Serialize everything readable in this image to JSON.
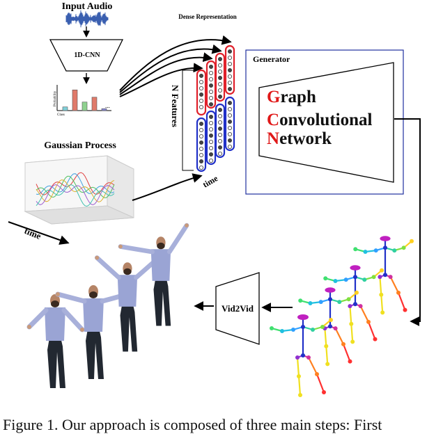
{
  "labels": {
    "input_audio": "Input Audio",
    "cnn": "1D-CNN",
    "probability": "Probability",
    "class": "Class",
    "ellipsis": "...",
    "dense_representation": "Dense Representation",
    "n_features": "N Features",
    "time_stack": "time",
    "generator": "Generator",
    "gcn_g": "G",
    "gcn_raph": "raph",
    "gcn_c": "C",
    "gcn_onvolutional": "onvolutional",
    "gcn_n": "N",
    "gcn_etwork": "etwork",
    "gaussian_process": "Gaussian  Process",
    "time_gp": "time",
    "vid2vid": "Vid2Vid"
  },
  "caption": "Figure 1. Our approach is composed of three main steps: First",
  "colors": {
    "red_border": "#e0202a",
    "blue_border": "#2030c8",
    "waveform": "#3a5fb0",
    "letter_red": "#e01818",
    "generator_border": "#1f2f9e",
    "bar_colors": [
      "#7fcfd8",
      "#e07a6a",
      "#8fd18f",
      "#e07a6a",
      "#8a8ad8"
    ]
  },
  "probability_bars": [
    0.15,
    0.85,
    0.35,
    0.55,
    0.08
  ],
  "icons": [
    "arrow",
    "skeleton",
    "person",
    "gaussian-curves"
  ]
}
